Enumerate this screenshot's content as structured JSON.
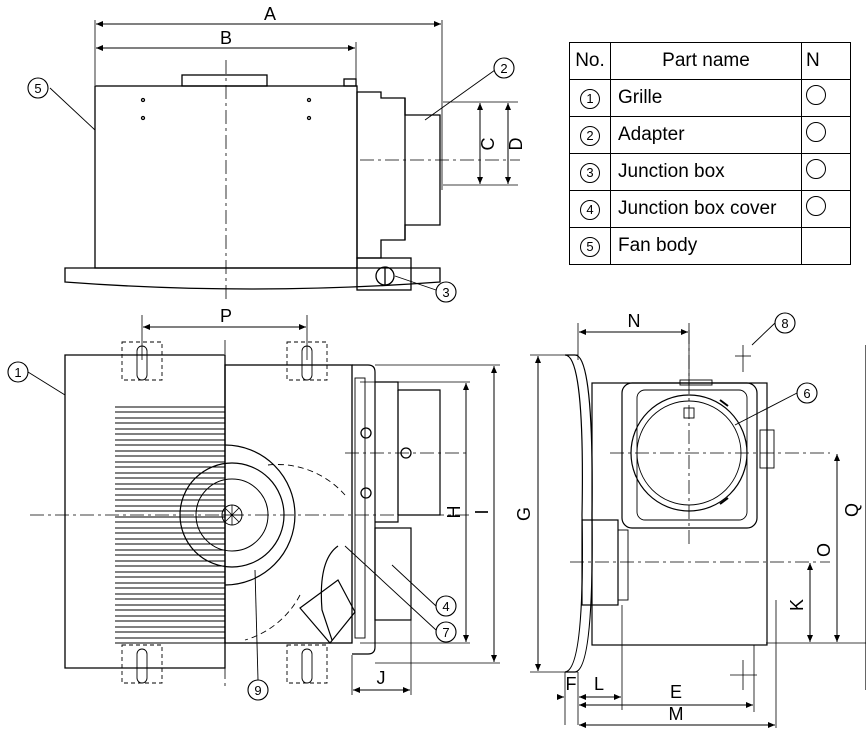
{
  "parts_table": {
    "headers": [
      "No.",
      "Part name",
      "N"
    ],
    "rows": [
      {
        "no": "1",
        "name": "Grille"
      },
      {
        "no": "2",
        "name": "Adapter"
      },
      {
        "no": "3",
        "name": "Junction box"
      },
      {
        "no": "4",
        "name": "Junction box cover"
      },
      {
        "no": "5",
        "name": "Fan body"
      }
    ]
  },
  "dimensions": {
    "A": "A",
    "B": "B",
    "C": "C",
    "D": "D",
    "E": "E",
    "F": "F",
    "G": "G",
    "H": "H",
    "I": "I",
    "J": "J",
    "K": "K",
    "L": "L",
    "M": "M",
    "N": "N",
    "O": "O",
    "P": "P",
    "Q": "Q"
  },
  "callouts": {
    "c1": "1",
    "c2": "2",
    "c3": "3",
    "c4": "4",
    "c5": "5",
    "c6": "6",
    "c7": "7",
    "c8": "8",
    "c9": "9"
  }
}
